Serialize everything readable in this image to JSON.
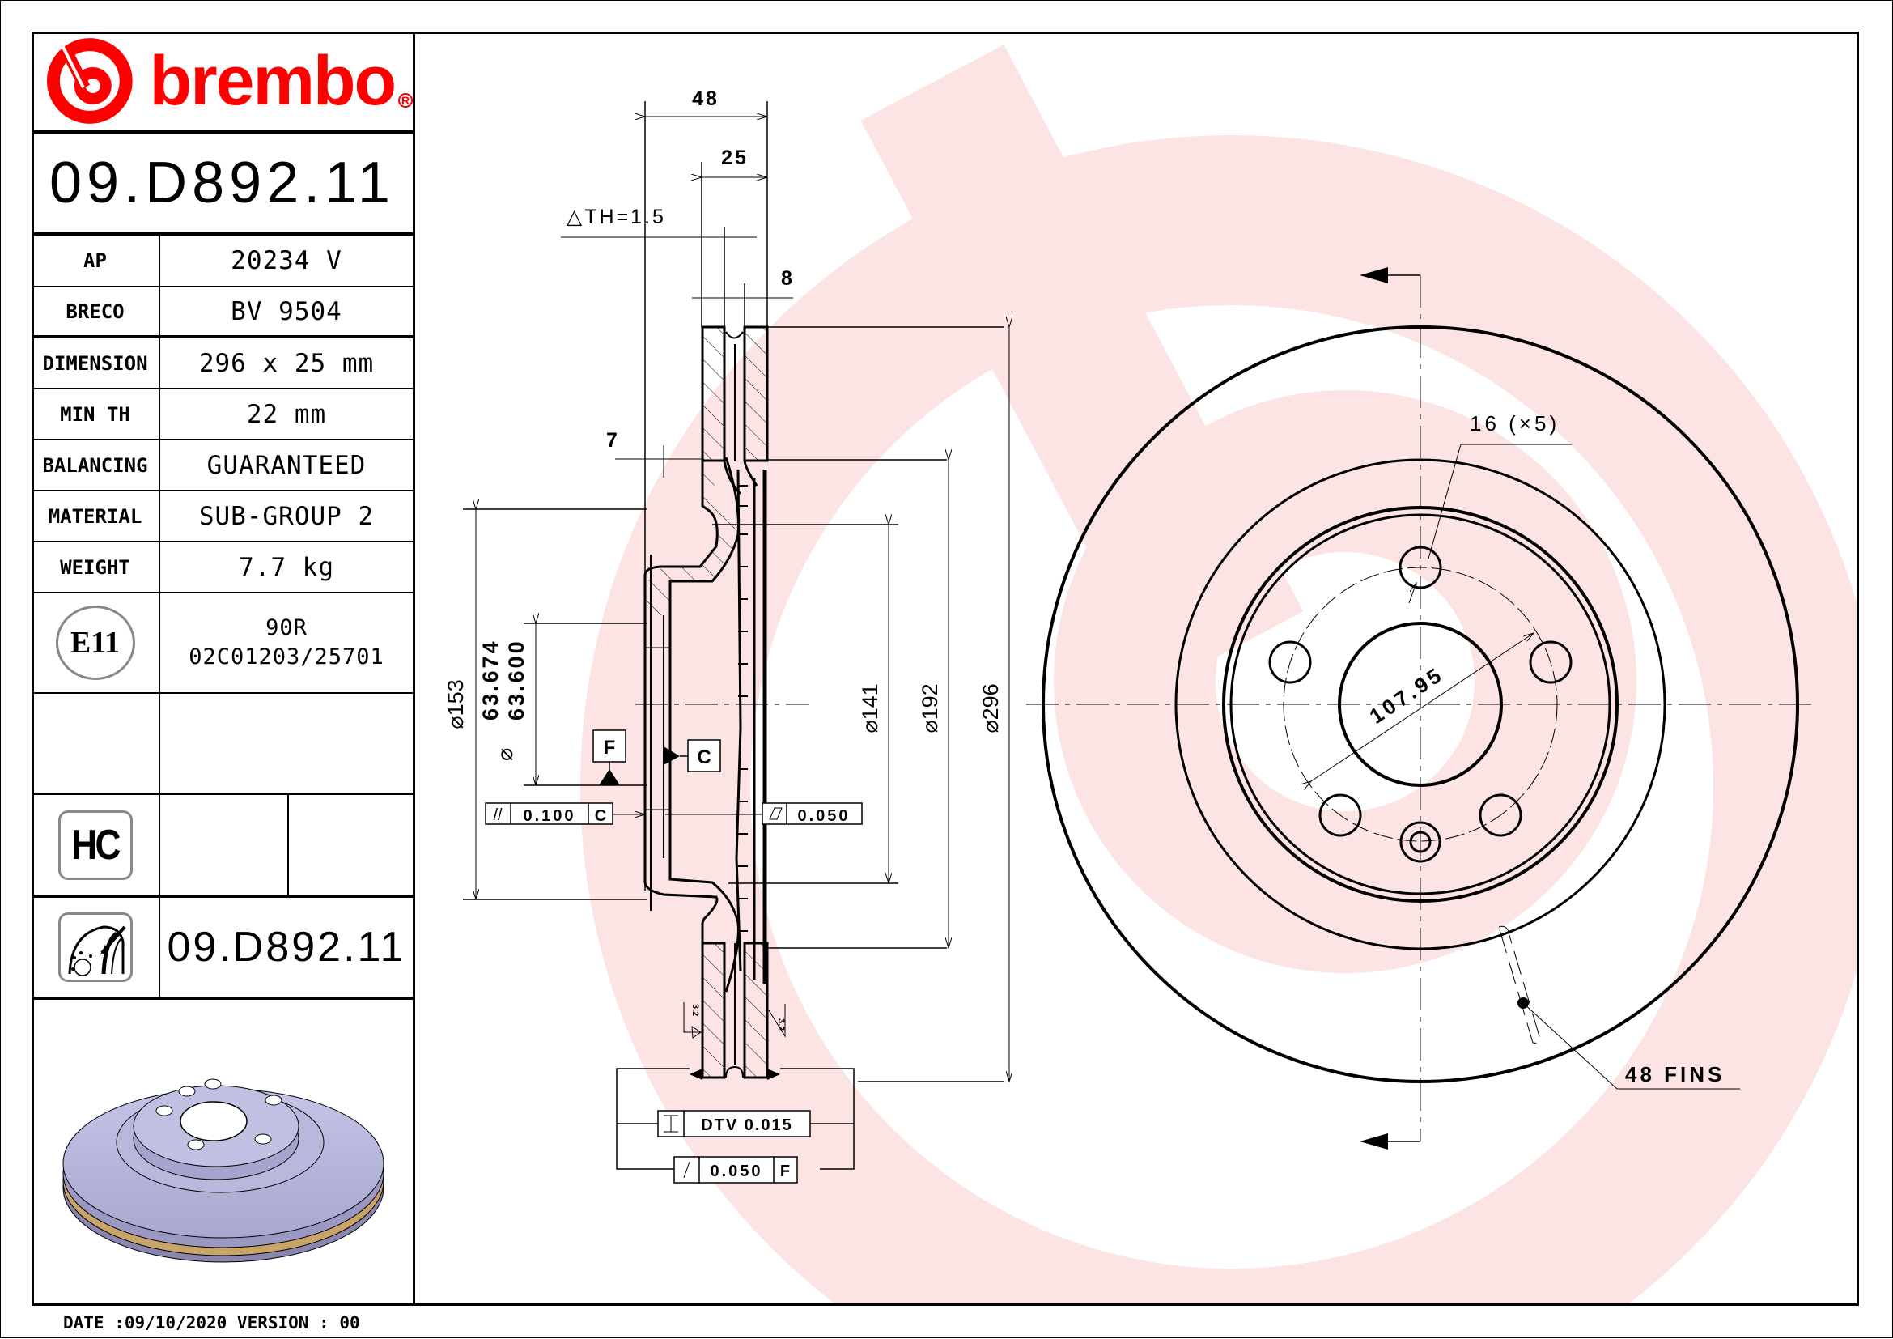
{
  "brand": {
    "name": "brembo",
    "registered": "R",
    "color": "#ff0000"
  },
  "part_number": "09.D892.11",
  "specs": [
    {
      "label": "AP",
      "value": "20234 V"
    },
    {
      "label": "BRECO",
      "value": "BV 9504"
    },
    {
      "label": "DIMENSION",
      "value": "296 x 25 mm"
    },
    {
      "label": "MIN TH",
      "value": "22 mm"
    },
    {
      "label": "BALANCING",
      "value": "GUARANTEED"
    },
    {
      "label": "MATERIAL",
      "value": "SUB-GROUP 2"
    },
    {
      "label": "WEIGHT",
      "value": "7.7 kg"
    }
  ],
  "homologation": {
    "badge": "E11",
    "line1": "90R",
    "line2": "02C01203/25701"
  },
  "hc_badge": "HC",
  "coating_part_number": "09.D892.11",
  "footer": {
    "date_label": "DATE :09/10/2020 VERSION : 00"
  },
  "watermark_color": "#fce4e4",
  "section_view": {
    "dims": {
      "overall_width": "48",
      "thickness": "25",
      "delta_th": "△TH=1.5",
      "vent_gap": "8",
      "hat_wall": "7",
      "d153": "153",
      "d63_upper": "63.674",
      "d63_lower": "63.600",
      "d141": "141",
      "d192": "192",
      "d296": "296"
    },
    "datum_f": "F",
    "datum_c": "C",
    "parallelism": {
      "symbol": "//",
      "value": "0.100",
      "datum": "C"
    },
    "flatness": {
      "value": "0.050"
    },
    "dtv": {
      "value": "DTV 0.015"
    },
    "runout": {
      "value": "0.050",
      "datum": "F"
    },
    "roughness_left": "3.2",
    "roughness_right": "3.2"
  },
  "front_view": {
    "bolt_holes": "16 (×5)",
    "pcd": "107.95",
    "fins": "48 FINS"
  }
}
